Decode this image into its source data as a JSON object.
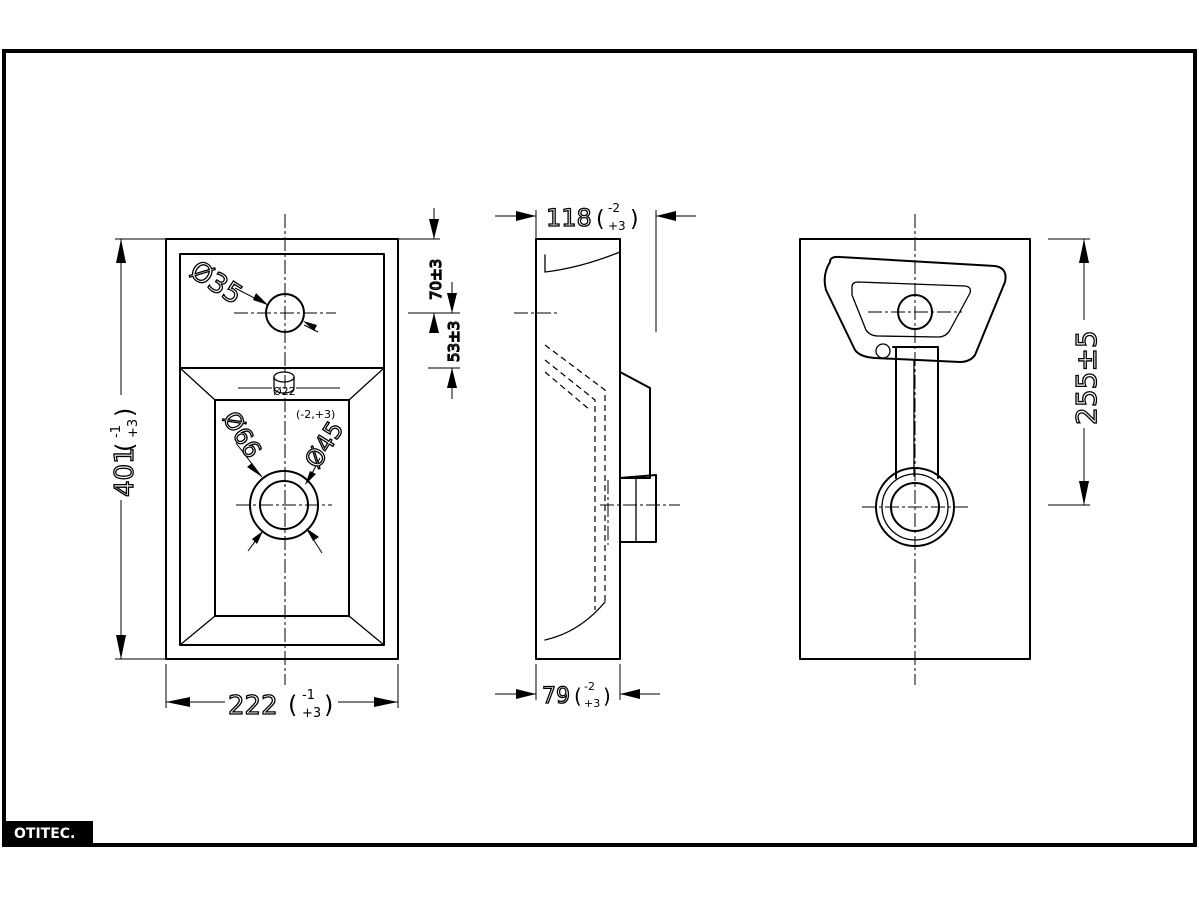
{
  "brand": {
    "name": "OTITEC."
  },
  "dimensions": {
    "width": {
      "value": "222",
      "tol_upper": "-1",
      "tol_lower": "+3"
    },
    "height": {
      "value": "401",
      "tol_upper": "-1",
      "tol_lower": "+3"
    },
    "depth_top": {
      "value": "118",
      "tol_upper": "-2",
      "tol_lower": "+3"
    },
    "depth_bottom": {
      "value": "79",
      "tol_upper": "-2",
      "tol_lower": "+3"
    },
    "tap_offset": "70±3",
    "hole_offset": "53±3",
    "drain_height": "255±5",
    "tap_hole_diameter": "Ø35",
    "overflow_diameter": "Ø22",
    "drain_outer_diameter": "Ø66",
    "drain_inner_diameter": "Ø45",
    "drain_tolerance": "(-2,+3)"
  }
}
